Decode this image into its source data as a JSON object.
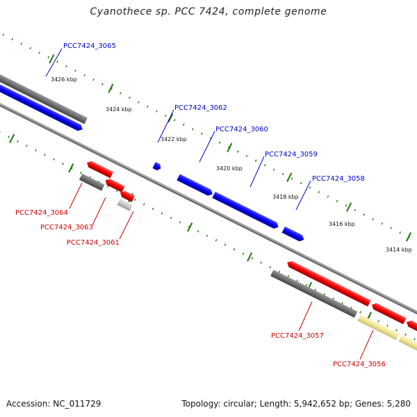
{
  "title": "Cyanothece sp. PCC 7424, complete genome",
  "footer": {
    "accession": "Accession: NC_011729",
    "summary": "Topology: circular; Length: 5,942,652 bp; Genes: 5,280"
  },
  "colors": {
    "forward_gene": "#0000ee",
    "reverse_gene": "#ee0000",
    "grey_feature": "#6e6e6e",
    "light_grey_feature": "#c8c8c8",
    "pale_yellow_feature": "#f0e596",
    "backbone": "#8a8a8a",
    "tick": "#2f7d1c",
    "forward_label": "#0000cc",
    "reverse_label": "#cc0000"
  },
  "ticks": [
    {
      "label": "3426 kbp"
    },
    {
      "label": "3424 kbp"
    },
    {
      "label": "3422 kbp"
    },
    {
      "label": "3420 kbp"
    },
    {
      "label": "3418 kbp"
    },
    {
      "label": "3416 kbp"
    },
    {
      "label": "3414 kbp"
    }
  ],
  "gene_labels": [
    {
      "text": "PCC7424_3065",
      "strand": "forward"
    },
    {
      "text": "PCC7424_3062",
      "strand": "forward"
    },
    {
      "text": "PCC7424_3060",
      "strand": "forward"
    },
    {
      "text": "PCC7424_3059",
      "strand": "forward"
    },
    {
      "text": "PCC7424_3058",
      "strand": "forward"
    },
    {
      "text": "PCC7424_3064",
      "strand": "reverse"
    },
    {
      "text": "PCC7424_3063",
      "strand": "reverse"
    },
    {
      "text": "PCC7424_3061",
      "strand": "reverse"
    },
    {
      "text": "PCC7424_3057",
      "strand": "reverse"
    },
    {
      "text": "PCC7424_3056",
      "strand": "reverse"
    }
  ]
}
